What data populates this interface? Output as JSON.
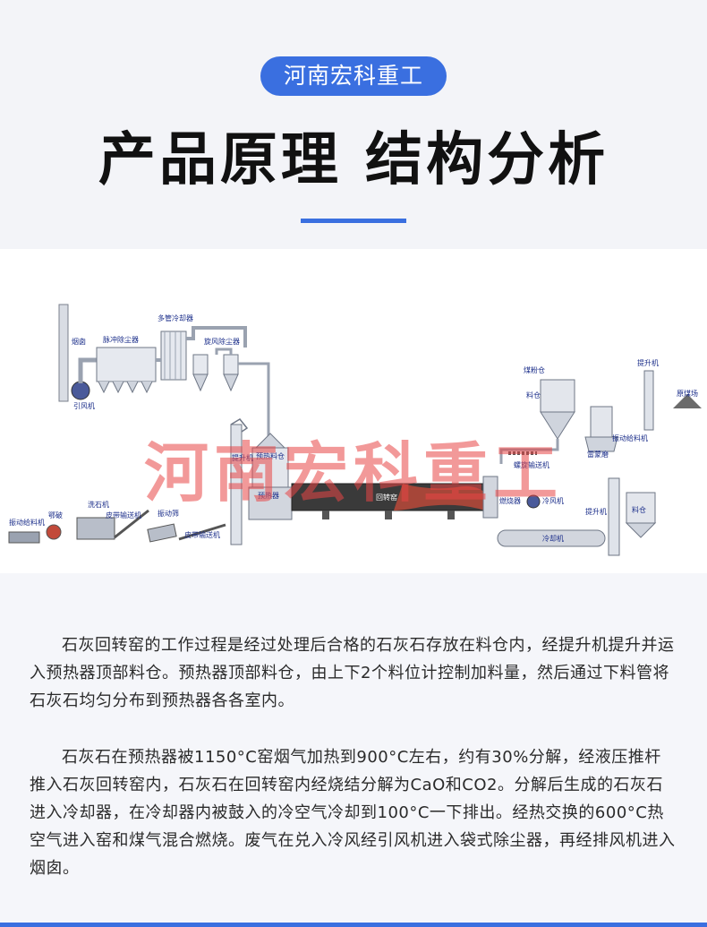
{
  "header": {
    "brand": "河南宏科重工",
    "title": "产品原理  结构分析"
  },
  "diagram": {
    "watermark": "河南宏科重工",
    "labels": {
      "chimney": "烟囱",
      "induced_fan": "引风机",
      "pulse_dust": "脉冲除尘器",
      "multi_cooler": "多管冷却器",
      "cyclone_dust": "旋风除尘器",
      "elevator1": "提升机",
      "top_bin": "预热料仓",
      "preheater": "预热器",
      "kiln_head": "回转窑",
      "pulverized_coal": "煤粉仓",
      "coal_bin": "料仓",
      "raymond_mill": "雷蒙磨",
      "elevator2": "提升机",
      "vib_feeder2": "振动给料机",
      "raw_coal": "原煤场",
      "screw_conveyor": "螺旋输送机",
      "burner": "燃烧器",
      "cooling_fan": "冷风机",
      "cooler": "冷却机",
      "elevator3": "提升机",
      "product_bin": "料仓",
      "vib_feeder1": "振动给料机",
      "crusher": "鄂破",
      "washer": "洗石机",
      "belt1": "皮带输送机",
      "vib_screen": "振动筛",
      "belt2": "皮带输送机"
    }
  },
  "content": {
    "paragraphs": [
      "石灰回转窑的工作过程是经过处理后合格的石灰石存放在料仓内，经提升机提升并运入预热器顶部料仓。预热器顶部料仓，由上下2个料位计控制加料量，然后通过下料管将石灰石均匀分布到预热器各各室内。",
      "石灰石在预热器被1150°C窑烟气加热到900°C左右，约有30%分解，经液压推杆推入石灰回转窑内，石灰石在回转窑内经烧结分解为CaO和CO2。分解后生成的石灰石进入冷却器，在冷却器内被鼓入的冷空气冷却到100°C一下排出。经热交换的600°C热空气进入窑和煤气混合燃烧。废气在兑入冷风经引风机进入袋式除尘器，再经排风机进入烟囱。"
    ]
  },
  "colors": {
    "accent": "#3a6fe0",
    "watermark": "#e84646",
    "kiln": "#3a3a3a"
  }
}
